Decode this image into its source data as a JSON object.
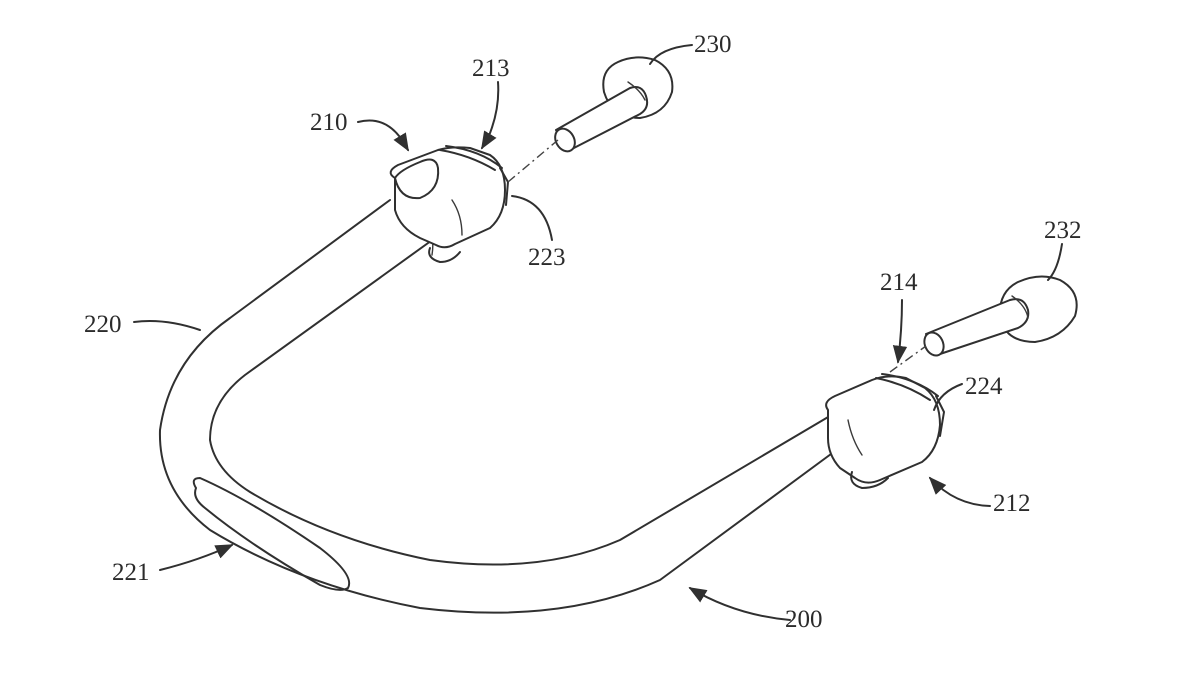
{
  "figure": {
    "labels": {
      "l200": "200",
      "l210": "210",
      "l212": "212",
      "l213": "213",
      "l214": "214",
      "l220": "220",
      "l221": "221",
      "l223": "223",
      "l224": "224",
      "l230": "230",
      "l232": "232"
    }
  }
}
